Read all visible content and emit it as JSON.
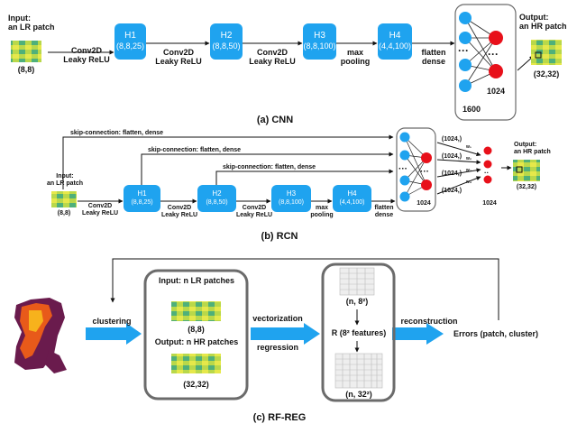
{
  "colors": {
    "layer_box": "#1fa3ef",
    "node_blue": "#1fa3ef",
    "node_red": "#e8101a",
    "panel_border": "#6b6b6b",
    "arrow_fill": "#1fa3ef"
  },
  "cnn": {
    "caption": "(a) CNN",
    "input_label": "Input:\nan LR patch",
    "input_shape": "(8,8)",
    "op1": "Conv2D\nLeaky ReLU",
    "op2": "Conv2D\nLeaky ReLU",
    "op3": "Conv2D\nLeaky ReLU",
    "op4": "max\npooling",
    "op5": "flatten\ndense",
    "layers": [
      {
        "name": "H1",
        "shape": "(8,8,25)"
      },
      {
        "name": "H2",
        "shape": "(8,8,50)"
      },
      {
        "name": "H3",
        "shape": "(8,8,100)"
      },
      {
        "name": "H4",
        "shape": "(4,4,100)"
      }
    ],
    "dense_size": "1600",
    "out_size": "1024",
    "output_label": "Output:\nan HR patch",
    "output_shape": "(32,32)"
  },
  "rcn": {
    "caption": "(b) RCN",
    "input_label": "Input:\nan LR patch",
    "input_shape": "(8,8)",
    "skip1": "skip-connection: flatten, dense",
    "skip2": "skip-connection: flatten, dense",
    "skip3": "skip-connection: flatten, dense",
    "op1": "Conv2D\nLeaky ReLU",
    "op2": "Conv2D\nLeaky ReLU",
    "op3": "Conv2D\nLeaky ReLU",
    "op4": "max\npooling",
    "op5": "flatten\ndense",
    "layers": [
      {
        "name": "H1",
        "shape": "(8,8,25)"
      },
      {
        "name": "H2",
        "shape": "(8,8,50)"
      },
      {
        "name": "H3",
        "shape": "(8,8,100)"
      },
      {
        "name": "H4",
        "shape": "(4,4,100)"
      }
    ],
    "out_size_inner": "1024",
    "out_size_outer": "1024",
    "vec_labels": [
      "(1024,)",
      "(1024,)",
      "(1024,)",
      "(1024,)"
    ],
    "weights": [
      "w₁",
      "w₂",
      "w₃",
      "w₄"
    ],
    "output_label": "Output:\nan HR patch",
    "output_shape": "(32,32)"
  },
  "rfreg": {
    "caption": "(c) RF-REG",
    "clustering": "clustering",
    "input_label": "Input: n LR patches",
    "input_shape": "(8,8)",
    "output_label": "Output: n HR patches",
    "output_shape": "(32,32)",
    "vectorization": "vectorization",
    "regression": "regression",
    "top_matrix": "(n, 8²)",
    "r_label": "R (8² features)",
    "bottom_matrix": "(n, 32²)",
    "reconstruction": "reconstruction",
    "errors": "Errors (patch, cluster)"
  }
}
